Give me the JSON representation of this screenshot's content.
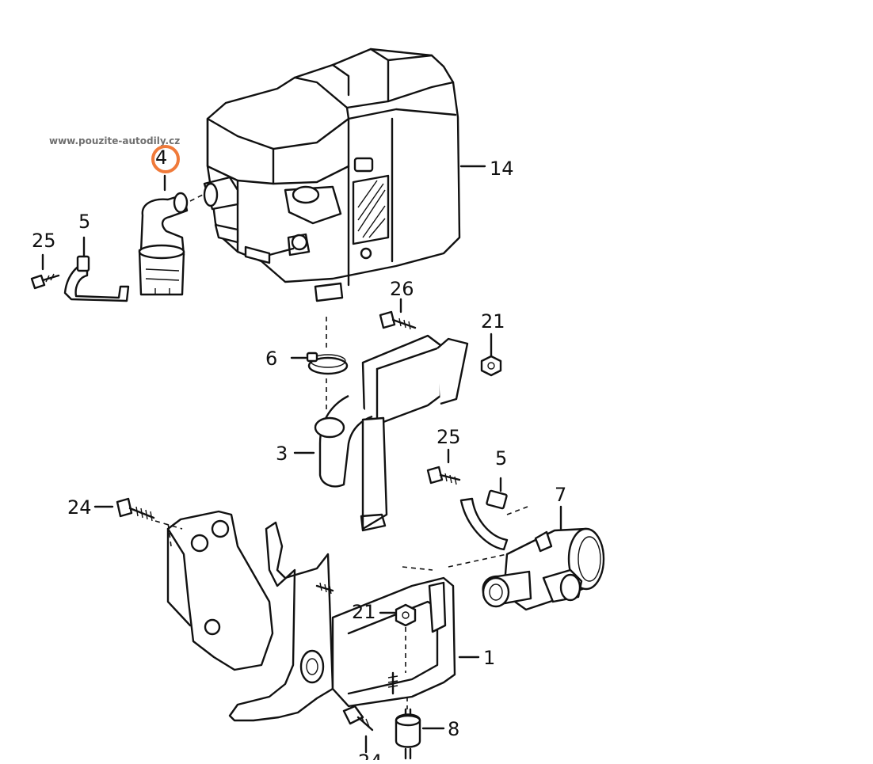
{
  "watermark": "www.pouzite-autodily.cz",
  "highlighted_part": "4",
  "callouts": {
    "p14": "14",
    "p4": "4",
    "p25a": "25",
    "p5a": "5",
    "p26": "26",
    "p21a": "21",
    "p6": "6",
    "p3": "3",
    "p25b": "25",
    "p5b": "5",
    "p7": "7",
    "p24a": "24",
    "p21b": "21",
    "p1": "1",
    "p8": "8",
    "p24b": "24"
  },
  "colors": {
    "line": "#111111",
    "highlight": "#f07a3a",
    "watermark": "#6f6f6f"
  }
}
